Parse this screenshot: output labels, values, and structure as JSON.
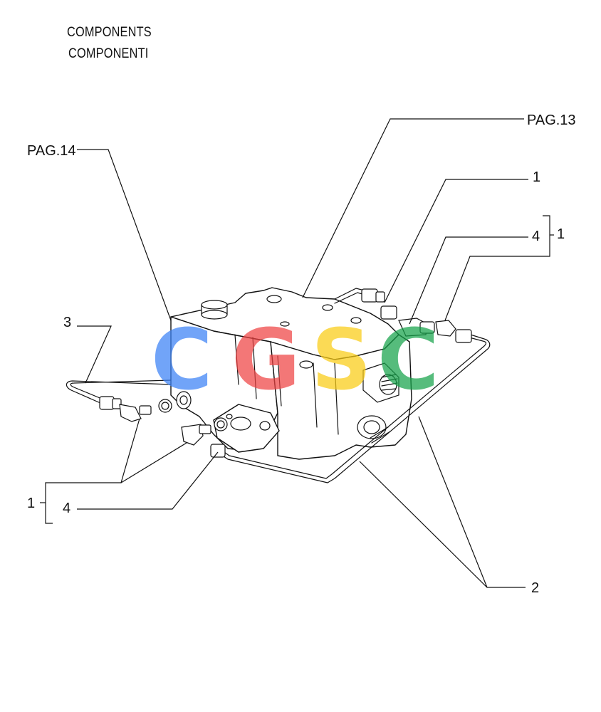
{
  "header": {
    "title_en": "COMPONENTS",
    "title_it": "COMPONENTI"
  },
  "callouts": {
    "pag14": "PAG.14",
    "pag13": "PAG.13",
    "c3": "3",
    "c1_upper_right": "1",
    "c4_right": "4",
    "c1_bracket_right": "1",
    "c1_bracket_left": "1",
    "c4_left": "4",
    "c2": "2"
  },
  "watermark": {
    "letters": [
      "C",
      "G",
      "S",
      "C"
    ],
    "colors": [
      "#3b82f6",
      "#ef4444",
      "#facc15",
      "#16a34a"
    ]
  }
}
